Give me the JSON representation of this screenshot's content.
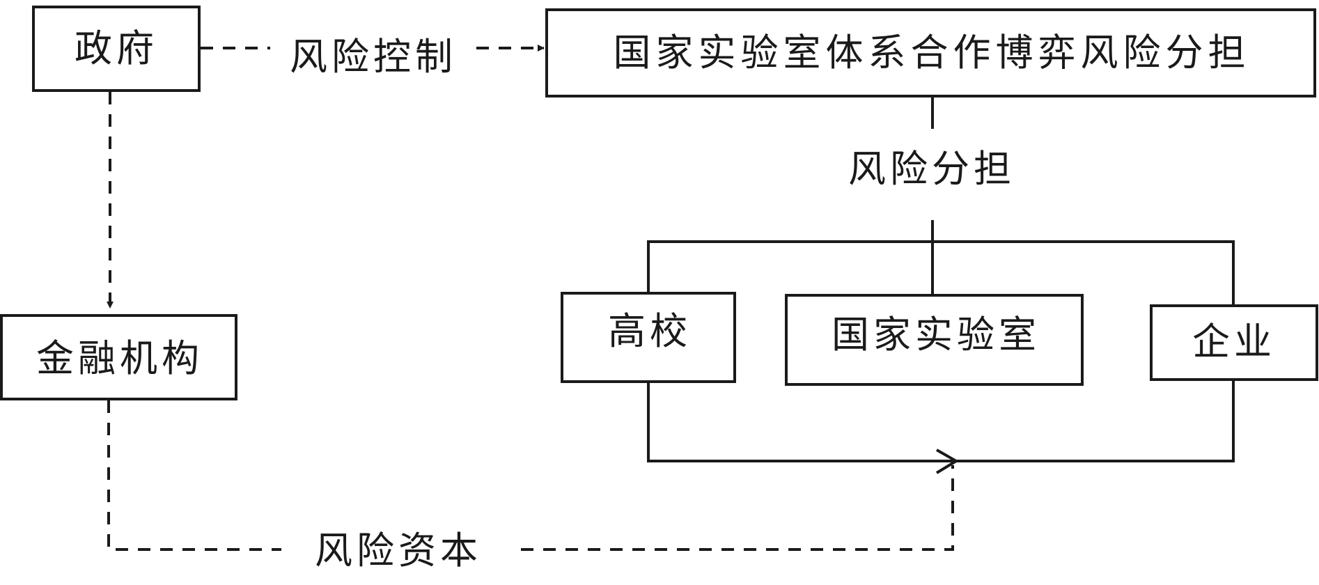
{
  "nodes": {
    "government": "政府",
    "financial_institution": "金融机构",
    "risk_sharing_game": "国家实验室体系合作博弈风险分担",
    "university": "高校",
    "national_lab": "国家实验室",
    "enterprise": "企业"
  },
  "edge_labels": {
    "risk_control": "风险控制",
    "risk_sharing": "风险分担",
    "risk_capital": "风险资本"
  },
  "colors": {
    "stroke": "#1a1a1a",
    "background": "#ffffff"
  }
}
